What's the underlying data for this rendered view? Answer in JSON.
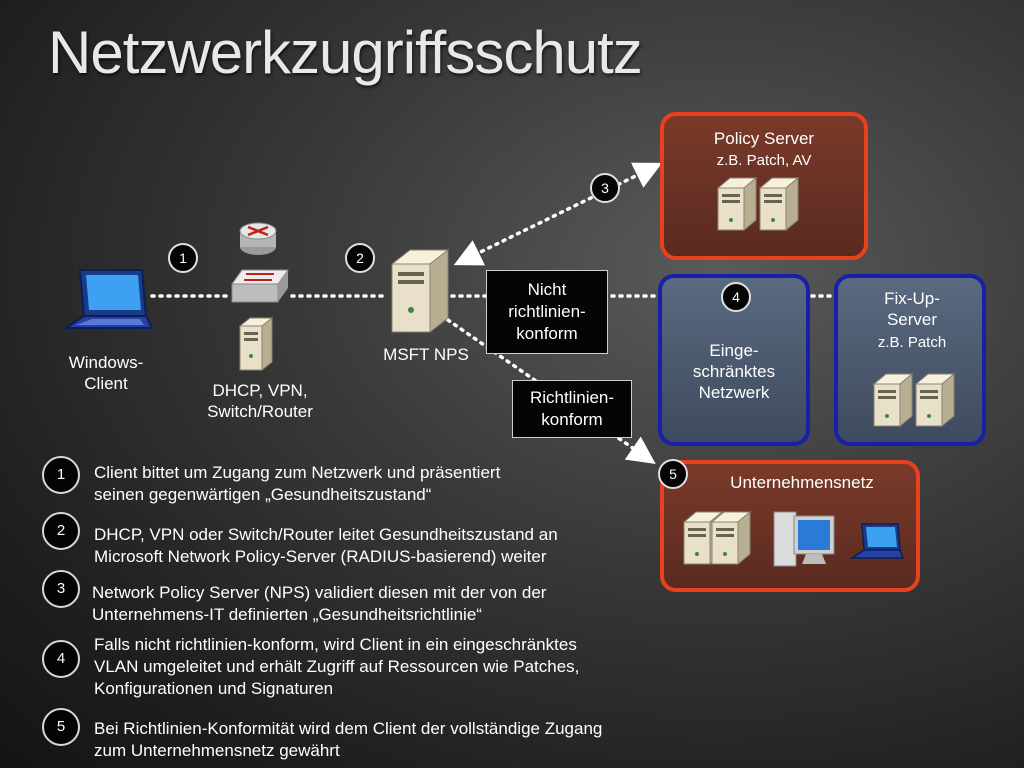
{
  "title": "Netzwerkzugriffsschutz",
  "nodes": {
    "client": "Windows-\nClient",
    "dhcp": "DHCP, VPN,\nSwitch/Router",
    "nps": "MSFT NPS",
    "policy_server_title": "Policy Server",
    "policy_server_sub": "z.B. Patch, AV",
    "restricted_network": "Einge-\nschränktes\nNetzwerk",
    "fixup_title": "Fix-Up-\nServer",
    "fixup_sub": "z.B. Patch",
    "corp_net": "Unternehmensnetz"
  },
  "messages": {
    "noncompliant": "Nicht\nrichtlinien-\nkonform",
    "compliant": "Richtlinien-\nkonform"
  },
  "markers": [
    "1",
    "2",
    "3",
    "4",
    "5"
  ],
  "steps": [
    {
      "num": "1",
      "text": "Client bittet um Zugang zum Netzwerk und präsentiert\nseinen gegenwärtigen „Gesundheitszustand“"
    },
    {
      "num": "2",
      "text": "DHCP, VPN oder Switch/Router leitet Gesundheitszustand an\nMicrosoft Network Policy-Server (RADIUS-basierend) weiter"
    },
    {
      "num": "3",
      "text": "Network Policy Server (NPS) validiert diesen mit der von der\nUnternehmens-IT definierten „Gesundheitsrichtlinie“"
    },
    {
      "num": "4",
      "text": "Falls nicht richtlinien-konform, wird Client in ein eingeschränktes\nVLAN umgeleitet und erhält Zugriff auf Ressourcen wie Patches,\nKonfigurationen und Signaturen"
    },
    {
      "num": "5",
      "text": "Bei Richtlinien-Konformität wird dem Client der vollständige Zugang\nzum Unternehmensnetz gewährt"
    }
  ],
  "colors": {
    "red_border": "#e8411f",
    "blue_border": "#1620a8",
    "background": "#2e2e2e"
  },
  "icons": [
    "laptop-icon",
    "router-icon",
    "switch-icon",
    "server-icon",
    "desktop-icon"
  ]
}
